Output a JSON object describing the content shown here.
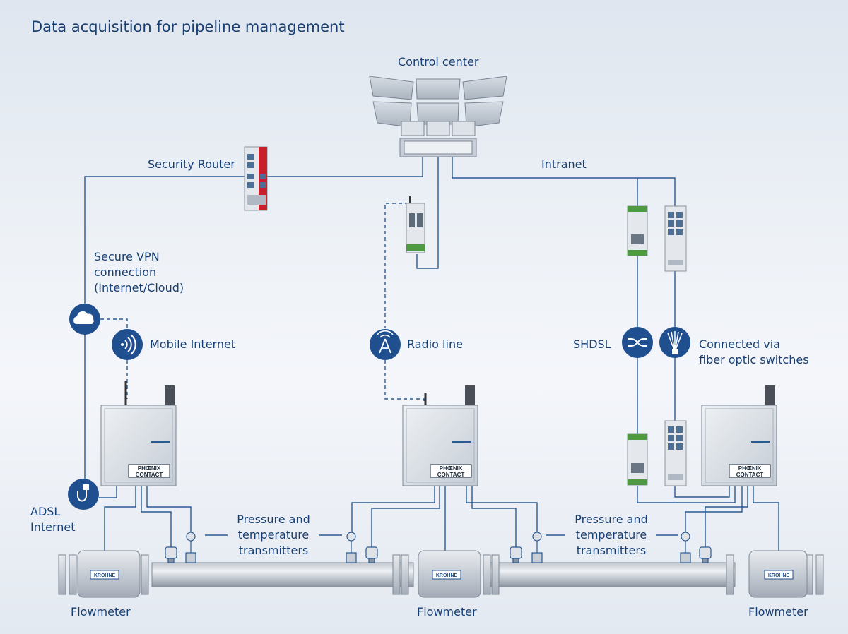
{
  "title": "Data acquisition for pipeline management",
  "labels": {
    "control_center": "Control center",
    "security_router": "Security Router",
    "intranet": "Intranet",
    "vpn_line1": "Secure VPN",
    "vpn_line2": "connection",
    "vpn_line3": "(Internet/Cloud)",
    "mobile_internet": "Mobile Internet",
    "radio_line": "Radio line",
    "shdsl": "SHDSL",
    "fiber_line1": "Connected via",
    "fiber_line2": "fiber optic switches",
    "adsl_line1": "ADSL",
    "adsl_line2": "Internet",
    "pt_left_line1": "Pressure and",
    "pt_left_line2": "temperature",
    "pt_left_line3": "transmitters",
    "pt_right_line1": "Pressure and",
    "pt_right_line2": "temperature",
    "pt_right_line3": "transmitters",
    "flowmeter_left": "Flowmeter",
    "flowmeter_mid": "Flowmeter",
    "flowmeter_right": "Flowmeter"
  },
  "brands": {
    "cabinet_logo_line1": "PHŒNIX",
    "cabinet_logo_line2": "CONTACT",
    "flowmeter_logo": "KROHNE"
  },
  "icons": [
    "cloud-icon",
    "mobile-signal-icon",
    "radio-tower-icon",
    "shdsl-icon",
    "fiber-optic-icon",
    "adsl-plug-icon"
  ],
  "colors": {
    "line": "#2a5a92",
    "badge": "#1f4f8f",
    "text": "#173f73",
    "router_red": "#c8202a",
    "module_green": "#4e9a42"
  }
}
